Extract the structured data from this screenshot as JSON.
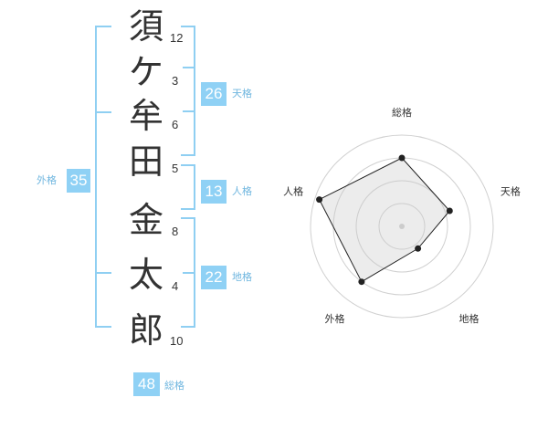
{
  "name_characters": [
    {
      "char": "須",
      "strokes": "12"
    },
    {
      "char": "ケ",
      "strokes": "3"
    },
    {
      "char": "牟",
      "strokes": "6"
    },
    {
      "char": "田",
      "strokes": "5"
    },
    {
      "char": "金",
      "strokes": "8"
    },
    {
      "char": "太",
      "strokes": "4"
    },
    {
      "char": "郎",
      "strokes": "10"
    }
  ],
  "kakusu": {
    "tenkaku": {
      "value": "26",
      "label": "天格"
    },
    "jinkaku": {
      "value": "13",
      "label": "人格"
    },
    "chikaku": {
      "value": "22",
      "label": "地格"
    },
    "gaikaku": {
      "value": "35",
      "label": "外格"
    },
    "soukaku": {
      "value": "48",
      "label": "総格"
    }
  },
  "radar": {
    "axes": [
      "総格",
      "天格",
      "地格",
      "外格",
      "人格"
    ],
    "values": [
      0.75,
      0.55,
      0.3,
      0.75,
      0.95
    ],
    "ring_count": 4
  },
  "colors": {
    "accent": "#8fd1f5",
    "bracket": "#8fcff2",
    "label": "#6fb6df"
  }
}
